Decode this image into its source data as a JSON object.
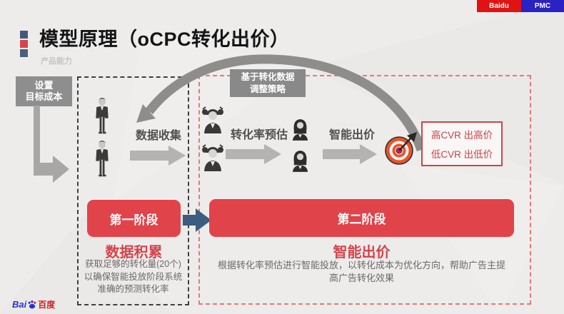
{
  "brand": {
    "tab1": "Baidu",
    "tab2": "PMC",
    "logo_latin": "Bai",
    "logo_cn": "百度"
  },
  "header": {
    "title": "模型原理（oCPC转化出价）",
    "subtitle": "产品能力"
  },
  "setup_box": {
    "line1": "设置",
    "line2": "目标成本"
  },
  "callout": {
    "line1": "基于转化数据",
    "line2": "调整策略"
  },
  "flow": {
    "step1": "数据收集",
    "step2": "转化率预估",
    "step3": "智能出价"
  },
  "cvr_box": {
    "line1": "高CVR 出高价",
    "line2": "低CVR 出低价"
  },
  "stage1": {
    "badge": "第一阶段",
    "title": "数据积累",
    "desc1": "获取足够的转化量(20个)",
    "desc2": "以确保智能投放阶段系统",
    "desc3": "准确的预测转化率"
  },
  "stage2": {
    "badge": "第二阶段",
    "title": "智能出价",
    "desc1": "根据转化率预估进行智能投放，以转化成本为优化方向，帮助广告主提",
    "desc2": "高广告转化效果"
  },
  "icons": [
    "businessman-icon",
    "pigtail-woman-icon",
    "dark-woman-icon",
    "target-icon",
    "flow-arrow-icon",
    "elbow-arrow-icon",
    "feedback-arc-arrow-icon",
    "stage-transition-arrow-icon",
    "paw-icon"
  ],
  "colors": {
    "background": "#edeceb",
    "accent_red": "#e1434b",
    "stage_dash_black": "#3f3f3f",
    "stage_dash_red": "#e2797e",
    "steel_blue_arrow": "#3c5c80",
    "gray_arrow": "#b5b3b1",
    "tab_red": "#e01212",
    "tab_blue": "#2b22c4",
    "cvr_text": "#d04046"
  }
}
